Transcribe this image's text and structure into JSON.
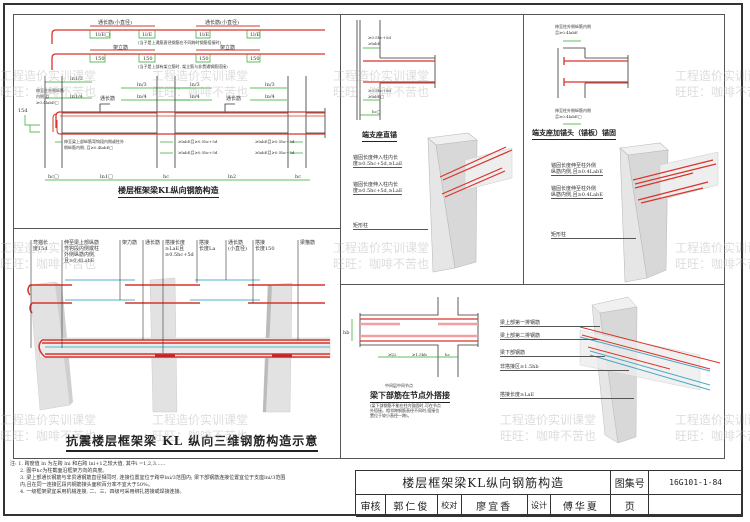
{
  "drawing": {
    "title": "楼层框架梁KL纵向钢筋构造",
    "atlas_label": "图集号",
    "atlas_number": "16G101-1-84",
    "page_label": "页",
    "page_value": "",
    "review_label": "审核",
    "reviewer": "郭仁俊",
    "proof_label": "校对",
    "proofreader": "廖宜香",
    "design_label": "设计",
    "designer": "傅华夏"
  },
  "panels": {
    "top_left": {
      "title": "楼层框架梁KL纵向钢筋构造",
      "labels": {
        "through_bar_small_1": "通长筋(小直径)",
        "through_bar_small_2": "通长筋(小直径)",
        "lle_1": "1l/E□",
        "lle_2": "1l/E",
        "lle_3": "1l/E",
        "lle_4": "1l/E",
        "splice_note": "(当子是上通筋直径钢筋在不同跨时钢筋搭接时)",
        "erect_bar_1": "架立筋",
        "erect_bar_2": "架立筋",
        "d150_1": "150",
        "d150_2": "150",
        "d150_3": "150",
        "d150_4": "150",
        "erect_note": "(当子是上部有架立筋时, 架立筋与非贯通钢筋搭接)",
        "ln1_3_a": "ln1/3",
        "ln1_4_a": "ln1/4",
        "ln_3_a": "ln/3",
        "ln_4_a": "ln/4",
        "ln_3_b": "ln/3",
        "ln_4_b": "ln/4",
        "ln_3_c": "ln/3",
        "ln_4_c": "ln/4",
        "through_bar_a": "通长筋",
        "through_bar_b": "通长筋",
        "top_anchor_note": "伸至柱外侧纵筋内侧 且≥0.4labE□",
        "bottom_anchor_note": "伸至梁上部纵筋弯钩段内侧或柱外侧纵筋内侧, 且≥0.4labE□",
        "labe_1": "≥labE且≥0.5hc+5d",
        "labe_2": "≥labE且≥0.5hc+5d",
        "labe_3": "≥labE且≥0.5hc+5d",
        "labe_4": "≥labE且≥0.5hc+5d",
        "dim_15d": "15d",
        "dim_hc1": "hc□",
        "dim_ln1": "ln1□",
        "dim_hc2": "hc",
        "dim_ln2": "ln2",
        "dim_hc3": "hc"
      }
    },
    "top_mid": {
      "title": "端支座直锚",
      "labels": {
        "dim_1": "≥0.5hc+5d\n≥labE",
        "dim_2": "≥0.5hc+5d\n≥labE□",
        "dim_hc": "hc□",
        "anchor_1": "锚固长度伸入柱内长\n度≥0.5hc+5d,≥LaE",
        "anchor_2": "锚固长度伸入柱内长\n度≥0.5hc+5d,≥LaE",
        "column": "矩形柱"
      }
    },
    "top_right": {
      "title": "端支座加锚头（锚板）锚固",
      "labels": {
        "dim_top": "伸至柱外侧纵筋内侧\n且≥0.4labE",
        "dim_bottom": "伸至柱外侧纵筋内侧\n且≥0.4labE□",
        "anchor_1": "锚固长度伸至柱外侧\n纵筋内侧,且≥0.4LabE",
        "anchor_2": "锚固长度伸至柱外侧\n纵筋内侧,且≥0.4LabE",
        "column": "矩形柱"
      }
    },
    "bottom_left": {
      "title": "抗震楼层框架梁 KL 纵向三维钢筋构造示意",
      "labels": {
        "hook_length": "弯锚长\n度15d",
        "top_bar_note": "伸至梁上部纵筋\n弯钩段内侧或柱\n外侧纵筋内侧,\n且≥0.4LabE",
        "erect_bar": "架力筋",
        "through_bar": "通长筋",
        "lap_length": "搭接长度\n≥LaE且\n≥0.5hc+5d",
        "lap": "搭接\n长度La",
        "through_bar_small": "通长筋\n(小直径)",
        "lap_150": "搭接\n长度150",
        "beam_stirrup": "梁箍筋"
      }
    },
    "bottom_mid": {
      "caption_small": "中间层中间节点",
      "title": "梁下部筋在节点外搭接",
      "note": "(梁下部钢筋不能在柱内锚固时,可在节点\n外搭接。相邻跨钢筋直径不同时,搭接位\n置位于较小直径一跨)。",
      "labels": {
        "hb": "hb",
        "dim_1": "≥l/2",
        "dim_2": "≥1.5hb",
        "dim_hc": "hc"
      }
    },
    "bottom_right": {
      "labels": {
        "top_first_row": "梁上部第一排钢筋",
        "top_second_row": "梁上部第二排钢筋",
        "bottom_bars": "梁下部钢筋",
        "non_lap_zone": "非搭接区≥1.5hb",
        "lap_length": "搭接长度≥LaE"
      }
    }
  },
  "notes": [
    "注: 1. 跨度值 ln 为左跨 lni 和右跨 lni+1之较大值, 其中i =1,2,3......",
    "2. 图中hc为柱截面沿框架方向的高度。",
    "3. 梁上部通长钢筋与非贯通钢筋直径相同时, 连接位置宜位于跨中lni/3范围内; 梁下部钢筋连接位置宜位于支座lni/3范围",
    "内;且在同一连接区段内钢筋接头面积百分率不宜大于50%。",
    "4. 一级框架梁宜采用机械连接, 二、三、四级可采用绑扎搭接或焊接连接。"
  ],
  "watermark": {
    "line1": "工程造价实训课堂",
    "line2": "旺旺：咖啡不苦也"
  },
  "colors": {
    "rebar_red": "#d9342b",
    "rebar_cyan": "#6fc3d2",
    "dim_green": "#2aa82a",
    "concrete": "#e4e4e4",
    "line": "#333333"
  }
}
